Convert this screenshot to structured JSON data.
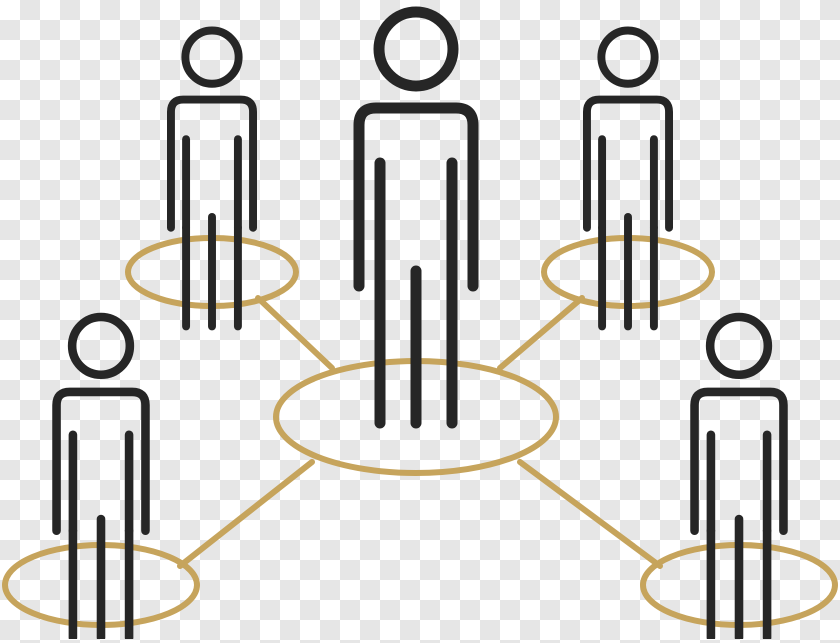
{
  "illustration": {
    "subject": "network-of-people-icon",
    "colors": {
      "figure_stroke": "#262626",
      "connector": "#c6a45c",
      "checkerboard_light": "#ffffff",
      "checkerboard_dark": "#e6e6e6"
    },
    "people": [
      {
        "id": "center",
        "role": "hub"
      },
      {
        "id": "top-left",
        "role": "node"
      },
      {
        "id": "top-right",
        "role": "node"
      },
      {
        "id": "bottom-left",
        "role": "node"
      },
      {
        "id": "bottom-right",
        "role": "node"
      }
    ]
  }
}
